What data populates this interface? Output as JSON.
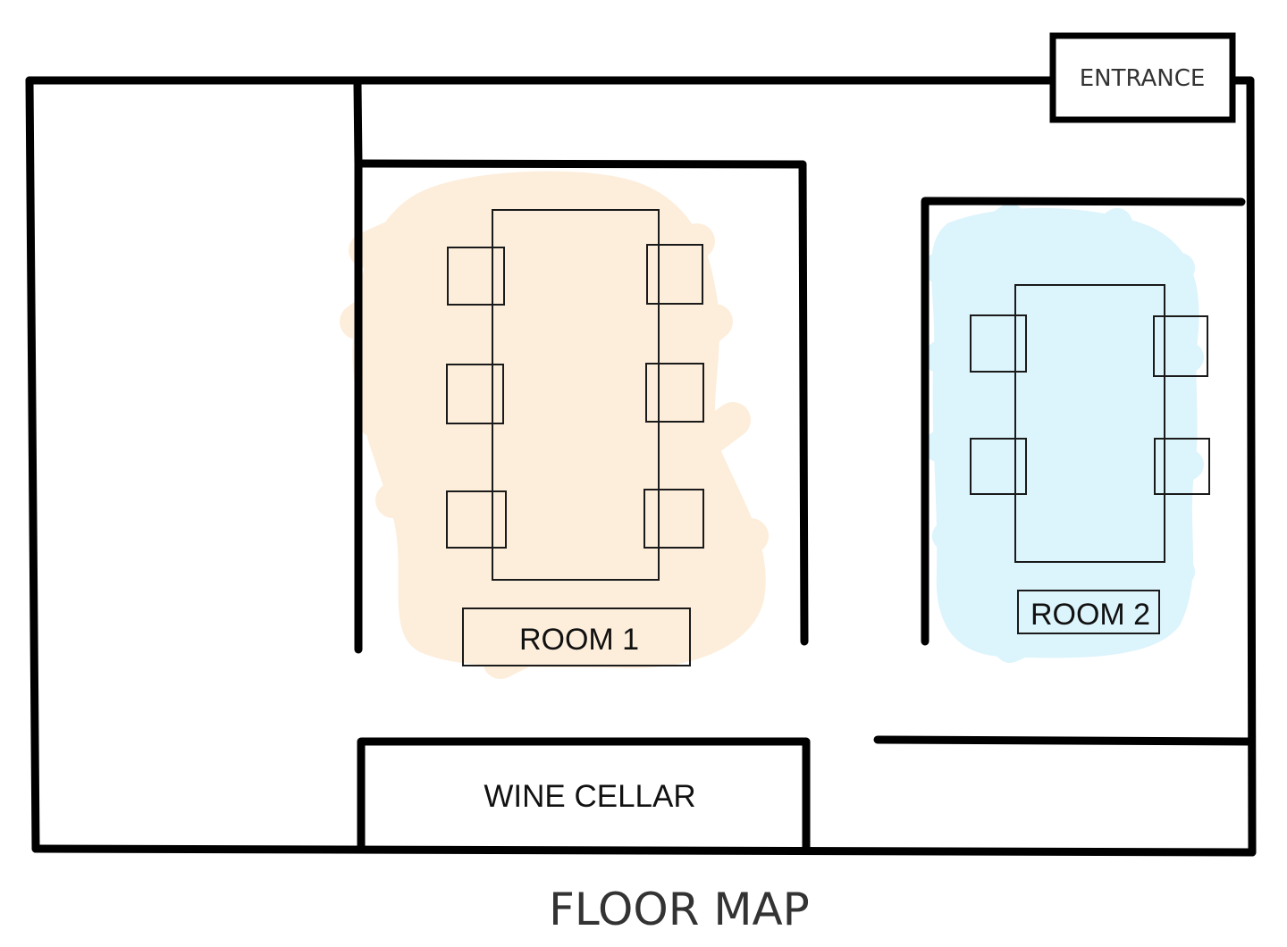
{
  "title": "FLOOR MAP",
  "entrance": {
    "label": "ENTRANCE"
  },
  "room1": {
    "label": "ROOM 1",
    "highlight_color": "#fdeedc",
    "chairs": 6
  },
  "room2": {
    "label": "ROOM 2",
    "highlight_color": "#dcf4fb",
    "chairs": 4
  },
  "wine_cellar": {
    "label": "WINE CELLAR"
  },
  "colors": {
    "wall": "#000000",
    "text": "#333333"
  }
}
